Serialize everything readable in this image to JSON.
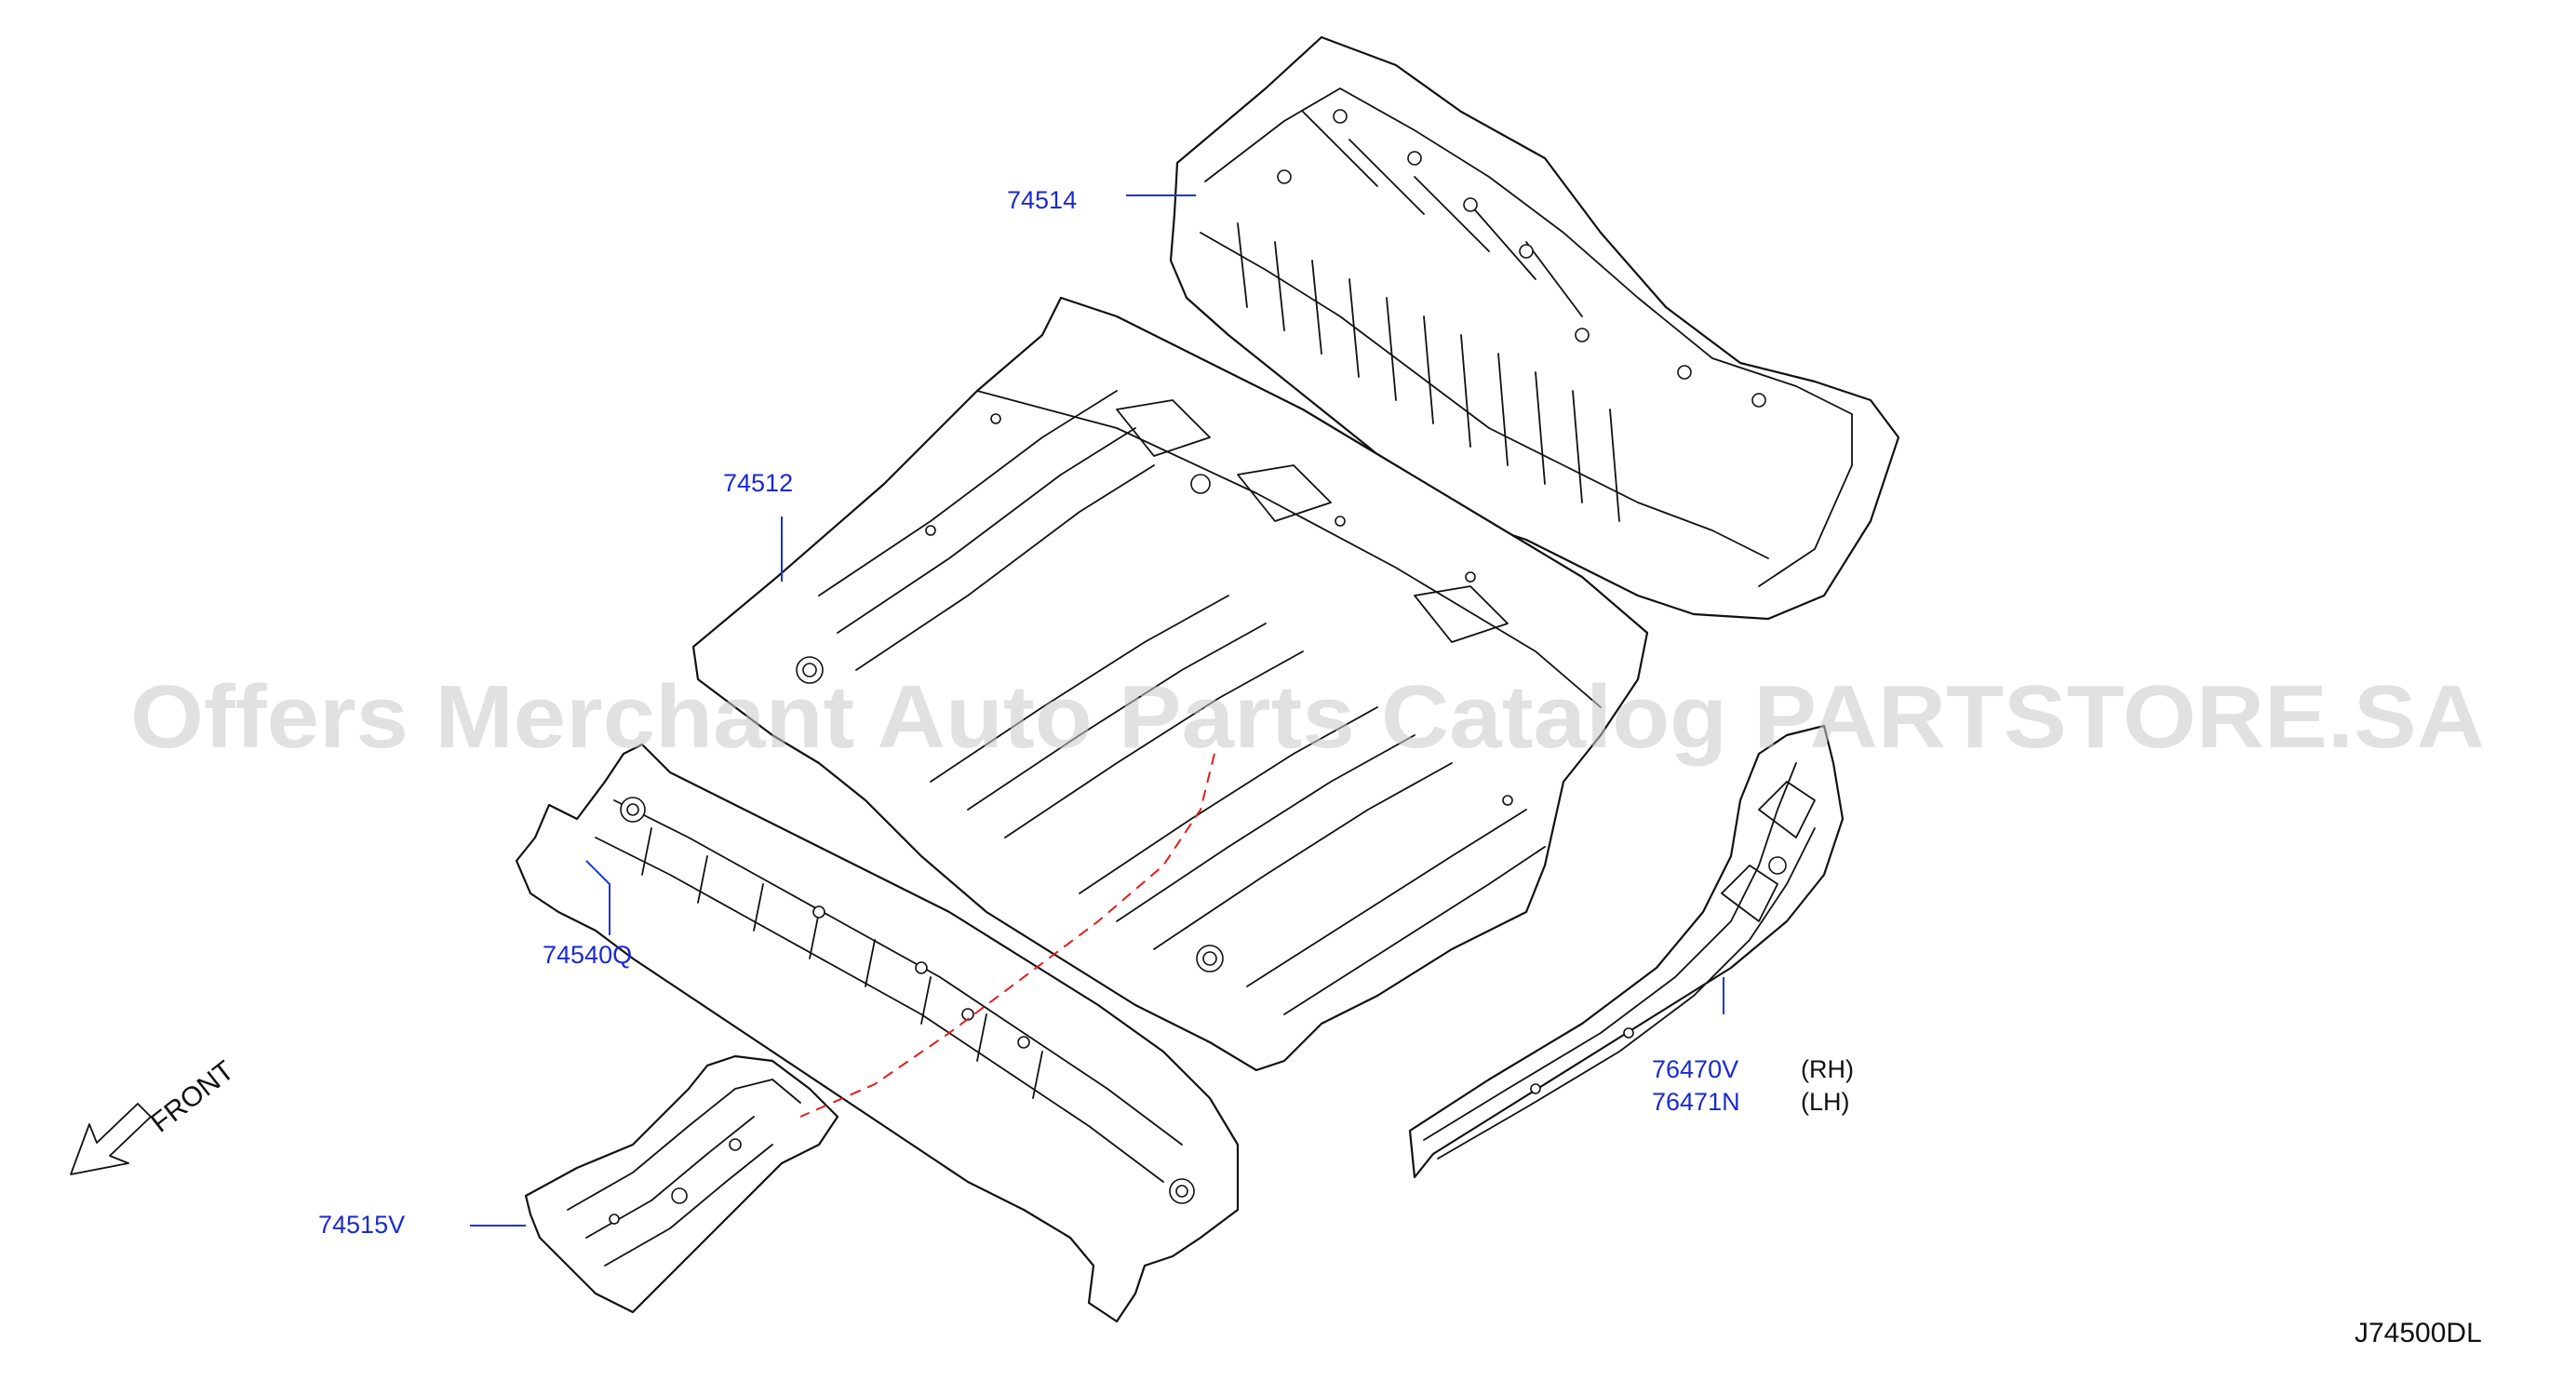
{
  "watermark": "Offers Merchant Auto Parts Catalog PARTSTORE.SA",
  "diagram_code": "J74500DL",
  "front_label": "FRONT",
  "colors": {
    "callout": "#1a2ad0",
    "leader": "#1a35d6",
    "dashed_line": "#e31b1b",
    "linework": "#111111",
    "watermark": "#c9c9c9"
  },
  "icons": {
    "front_arrow": "arrow-down-left-outline"
  },
  "parts": [
    {
      "number": "74514"
    },
    {
      "number": "74512"
    },
    {
      "number": "74540Q"
    },
    {
      "number": "74515V"
    },
    {
      "number": "76470V",
      "side": "(RH)"
    },
    {
      "number": "76471N",
      "side": "(LH)"
    }
  ]
}
